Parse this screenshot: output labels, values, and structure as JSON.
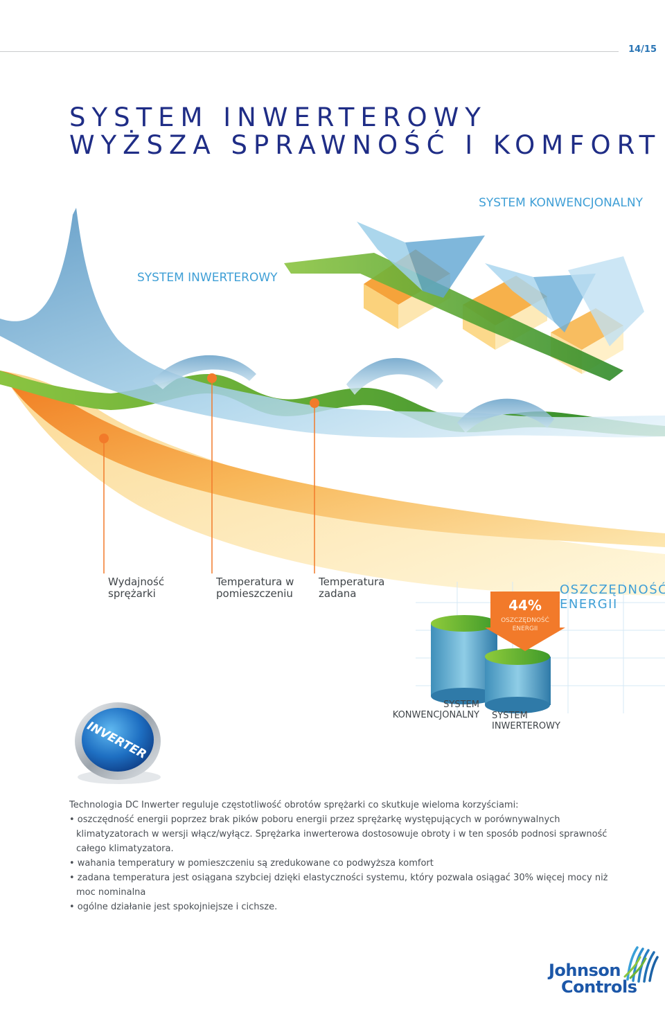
{
  "header": {
    "page_number": "14/15"
  },
  "title": {
    "line1": "SYSTEM INWERTEROWY",
    "line2": "WYŻSZA SPRAWNOŚĆ I KOMFORT"
  },
  "illustration": {
    "label_conventional": "SYSTEM KONWENCJONALNY",
    "label_inverter": "SYSTEM INWERTEROWY",
    "captions": [
      "Wydajność sprężarki",
      "Temperatura w pomieszczeniu",
      "Temperatura zadana"
    ]
  },
  "savings": {
    "percent": "44%",
    "arrow_label": "OSZCZĘDNOŚĆ ENERGII",
    "heading": "OSZCZĘDNOŚĆ ENERGII",
    "cylinder_conventional": "SYSTEM KONWENCJONALNY",
    "cylinder_inverter": "SYSTEM INWERTEROWY",
    "savings_fraction": 0.44
  },
  "badge": {
    "text": "INVERTER"
  },
  "body": {
    "intro": "Technologia DC Inwerter reguluje częstotliwość obrotów sprężarki co skutkuje wieloma korzyściami:",
    "bullets": [
      "• oszczędność energii poprzez brak pików poboru energii przez sprężarkę występujących w porównywalnych klimatyzatorach w wersji włącz/wyłącz. Sprężarka inwerterowa dostosowuje obroty i w ten sposób podnosi sprawność całego klimatyzatora.",
      "• wahania temperatury w pomieszczeniu są zredukowane co podwyższa komfort",
      "• zadana temperatura jest osiągana szybciej dzięki elastyczności systemu, który pozwala osiągać 30% więcej mocy niż moc nominalna",
      "• ogólne działanie jest spokojniejsze i cichsze."
    ]
  },
  "logo": {
    "line1": "Johnson",
    "line2": "Controls"
  },
  "colors": {
    "title": "#1f2d86",
    "accent_blue": "#3f9fd6",
    "orange": "#f27a2a",
    "green": "#4ea22c",
    "logo_blue": "#1c57a8"
  }
}
